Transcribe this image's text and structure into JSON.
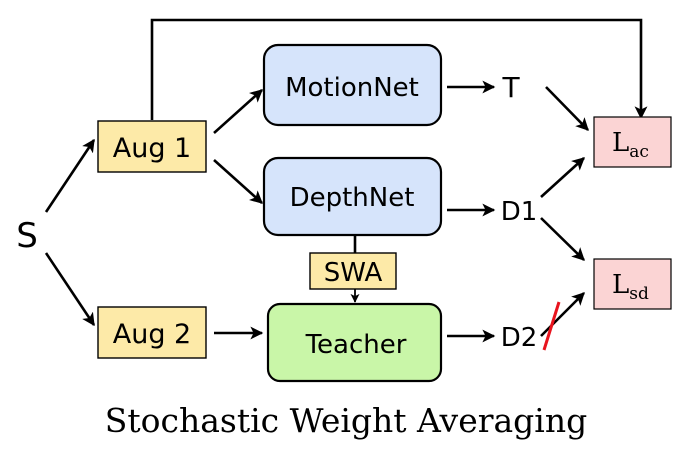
{
  "diagram": {
    "nodes": {
      "source": "S",
      "aug1": "Aug 1",
      "aug2": "Aug 2",
      "motionnet": "MotionNet",
      "depthnet": "DepthNet",
      "teacher": "Teacher",
      "swa": "SWA",
      "t_out": "T",
      "d1_out": "D1",
      "d2_out": "D2",
      "l_ac": {
        "main": "L",
        "sub": "ac"
      },
      "l_sd": {
        "main": "L",
        "sub": "sd"
      }
    },
    "caption": "Stochastic Weight Averaging",
    "colors": {
      "aug_fill": "#fdeaa8",
      "net_fill": "#d6e4fb",
      "teacher_fill": "#c9f6a8",
      "loss_fill": "#fbd4d4",
      "stop_gradient": "#e8141e"
    }
  }
}
